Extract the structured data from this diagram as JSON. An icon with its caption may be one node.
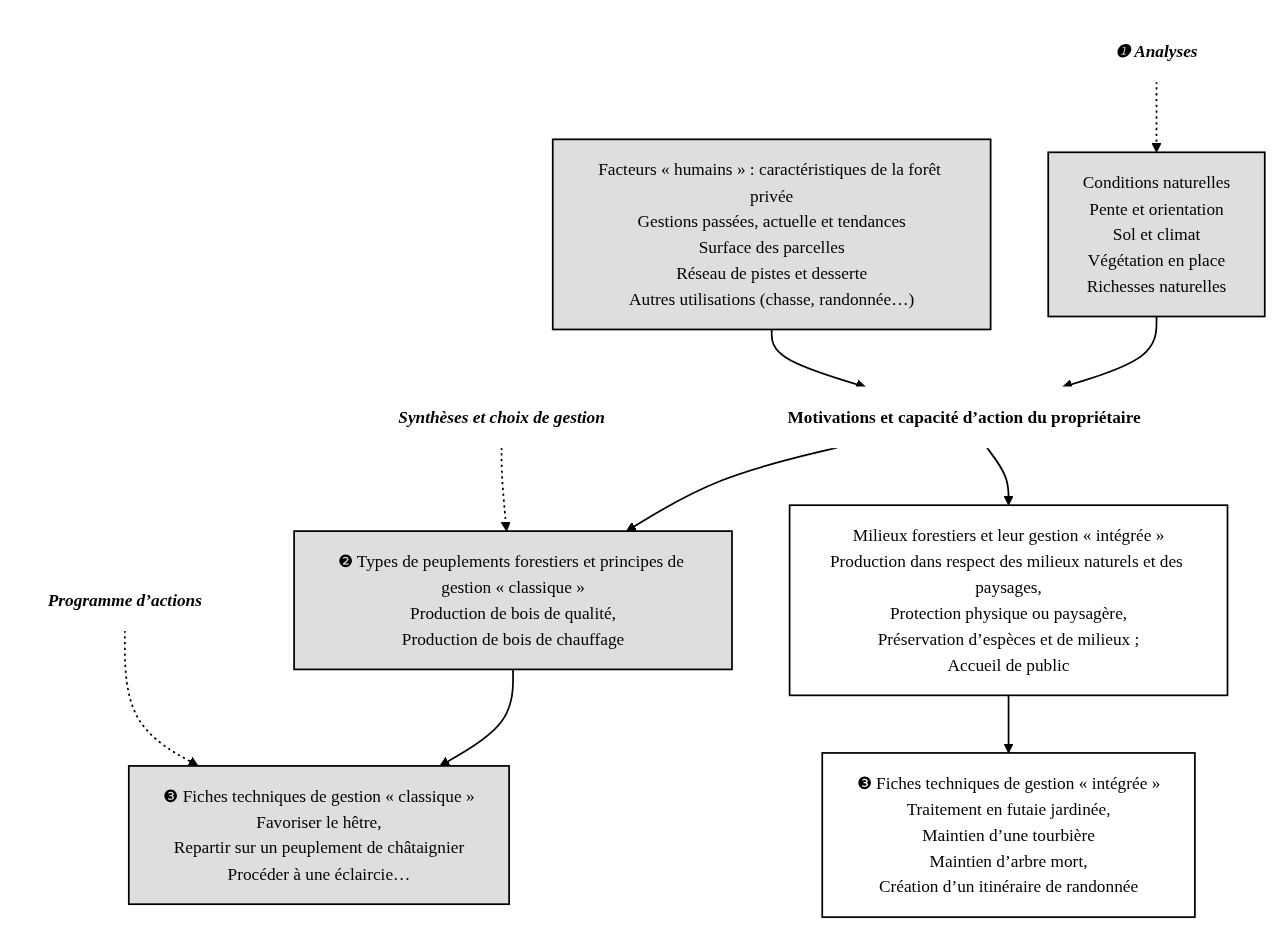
{
  "diagram": {
    "nodes": [
      {
        "text": [
          "❶ Analyses"
        ]
      },
      {
        "text": [
          "Conditions naturelles",
          "Pente et orientation",
          "Sol et climat",
          "Végétation en place",
          "Richesses naturelles"
        ]
      },
      {
        "text": [
          "Facteurs « humains » : caractéristiques de la forêt privée",
          "Gestions passées, actuelle et tendances",
          "Surface des parcelles",
          "Réseau de pistes et desserte",
          "Autres utilisations (chasse, randonnée…)"
        ]
      },
      {
        "text": [
          "Motivations et capacité d’action du propriétaire"
        ]
      },
      {
        "text": [
          "Synthèses et choix de gestion"
        ]
      },
      {
        "text": [
          "❷ Types de peuplements forestiers et principes de gestion « classique »",
          "Production de bois de qualité,",
          "Production de bois de chauffage"
        ]
      },
      {
        "text": [
          "Milieux forestiers et leur gestion « intégrée »",
          "Production dans respect des milieux naturels et des paysages,",
          "Protection physique ou paysagère,",
          "Préservation d’espèces et de milieux ;",
          "Accueil de public"
        ]
      },
      {
        "text": [
          "Programme d’actions"
        ]
      },
      {
        "text": [
          "❸ Fiches techniques de gestion « classique »",
          "Favoriser le hêtre,",
          "Repartir sur un peuplement de châtaignier",
          "Procéder à une éclaircie…"
        ]
      },
      {
        "text": [
          "❸ Fiches techniques de gestion « intégrée »",
          "Traitement en futaie jardinée,",
          "Maintien d’une tourbière",
          "Maintien d’arbre mort,",
          "Création d’un itinéraire de randonnée"
        ]
      }
    ],
    "edges": [
      {
        "from": 0,
        "to": 1,
        "arrow": "to",
        "style": "dashed"
      },
      {
        "from": 1,
        "to": 3,
        "arrow": "to"
      },
      {
        "from": 2,
        "to": 3,
        "arrow": "to"
      },
      {
        "from": 3,
        "to": 5,
        "arrow": "to"
      },
      {
        "from": 3,
        "to": 6,
        "arrow": "to"
      },
      {
        "from": 4,
        "to": 5,
        "arrow": "to",
        "style": "dashed"
      },
      {
        "from": 5,
        "to": 8,
        "arrow": "to"
      },
      {
        "from": 6,
        "to": 9,
        "arrow": "to"
      },
      {
        "from": 7,
        "to": 8,
        "arrow": "to",
        "style": "dashed"
      }
    ]
  }
}
